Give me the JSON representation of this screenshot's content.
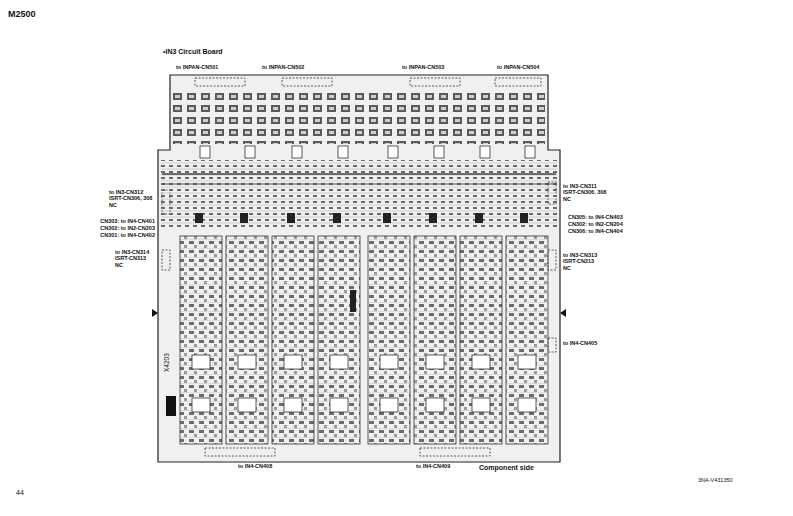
{
  "diagram": {
    "title": "•IN3 Circuit Board",
    "labels": [
      "M2500",
      "to INPAN-CN501",
      "to INPAN-CN502",
      "to INPAN-CN503",
      "to INPAN-CN504",
      "to IN3-CN312 ISRT-CN306, 308 NC",
      "CN303: to IN4-CN401",
      "CN302: to IN2-CN203",
      "CN301: to IN4-CN402",
      "to IN3-CN311 ISRT-CN306, 308 NC",
      "CN305: to IN4-CN403",
      "CN302: to IN2-CN204",
      "CN306: to IN4-CN404",
      "to IN3-CN314 ISRT-CN313 NC",
      "to IN3-CN313 ISRT-CN213 NC",
      "to IN4-CN405",
      "X4203",
      "to IN4-CN408",
      "to IN4-CN409",
      "Component side",
      "44",
      "3NA-V431350"
    ]
  }
}
